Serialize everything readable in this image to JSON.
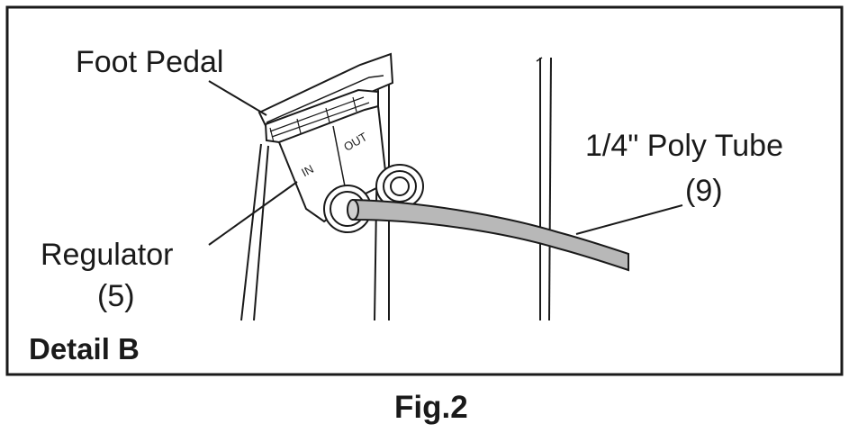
{
  "labels": {
    "foot_pedal": "Foot Pedal",
    "regulator_name": "Regulator",
    "regulator_num": "(5)",
    "tube_name": "1/4\" Poly Tube",
    "tube_num": "(9)",
    "port_in": "IN",
    "port_out": "OUT",
    "detail": "Detail B",
    "figure": "Fig.2"
  },
  "colors": {
    "line": "#1a1a1a",
    "tube_fill": "#b8b8b8",
    "regulator_fill": "#ffffff",
    "background": "#ffffff"
  }
}
